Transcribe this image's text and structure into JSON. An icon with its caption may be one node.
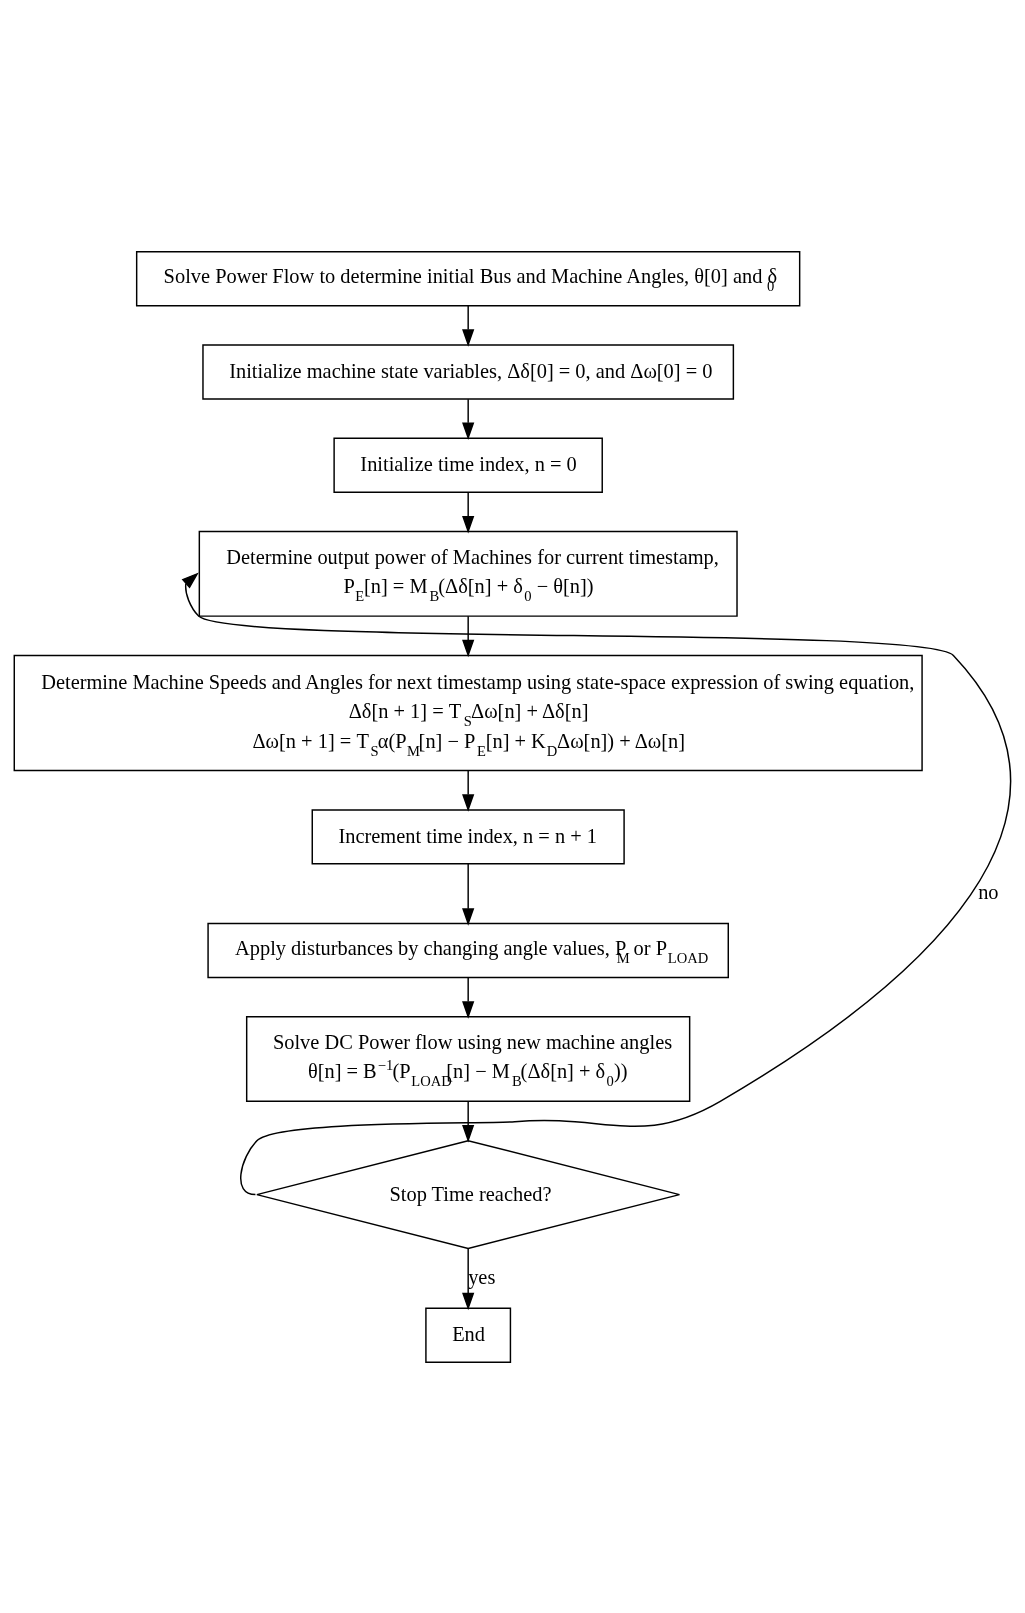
{
  "diagram": {
    "nodes": [
      {
        "text": [
          "Solve Power Flow to determine initial Bus and Machine Angles, θ[0] and δ$_{0}$"
        ]
      },
      {
        "text": [
          "Initialize machine state variables, Δδ[0] = 0, and Δω[0] = 0"
        ]
      },
      {
        "text": [
          "Initialize time index, n = 0"
        ]
      },
      {
        "text": [
          "Determine output power of Machines for current timestamp,",
          "P$_{E}$[n] = M$_{B}$(Δδ[n] + δ$_{0}$ − θ[n])"
        ]
      },
      {
        "text": [
          "Determine Machine Speeds and Angles for next timestamp using state-space expression of swing equation,",
          "Δδ[n + 1] = T$_{S}$Δω[n] + Δδ[n]",
          "Δω[n + 1] = T$_{S}$α(P$_{M}$[n] − P$_{E}$[n] + K$_{D}$Δω[n]) + Δω[n]"
        ]
      },
      {
        "text": [
          "Increment time index, n = n + 1"
        ]
      },
      {
        "text": [
          "Apply disturbances by changing angle values, P$_{M}$ or P$_{LOAD}$"
        ]
      },
      {
        "text": [
          "Solve DC Power flow using new machine angles",
          "θ[n] = B$^{−1}$(P$_{LOAD}$[n] − M$_{B}$(Δδ[n] + δ$_{0}$))"
        ]
      },
      {
        "text": [
          "Stop Time reached?"
        ]
      },
      {
        "text": [
          "End"
        ]
      }
    ],
    "edges": [
      {
        "from": 0,
        "to": 1,
        "arrow": "to"
      },
      {
        "from": 1,
        "to": 2,
        "arrow": "to"
      },
      {
        "from": 2,
        "to": 3,
        "arrow": "to"
      },
      {
        "from": 3,
        "to": 4,
        "arrow": "to"
      },
      {
        "from": 4,
        "to": 5,
        "arrow": "to"
      },
      {
        "from": 5,
        "to": 6,
        "arrow": "to"
      },
      {
        "from": 6,
        "to": 7,
        "arrow": "to"
      },
      {
        "from": 7,
        "to": 8,
        "arrow": "to"
      },
      {
        "from": 8,
        "to": 3,
        "arrow": "to",
        "label": "no"
      },
      {
        "from": 8,
        "to": 9,
        "arrow": "to",
        "label": "yes"
      }
    ]
  }
}
